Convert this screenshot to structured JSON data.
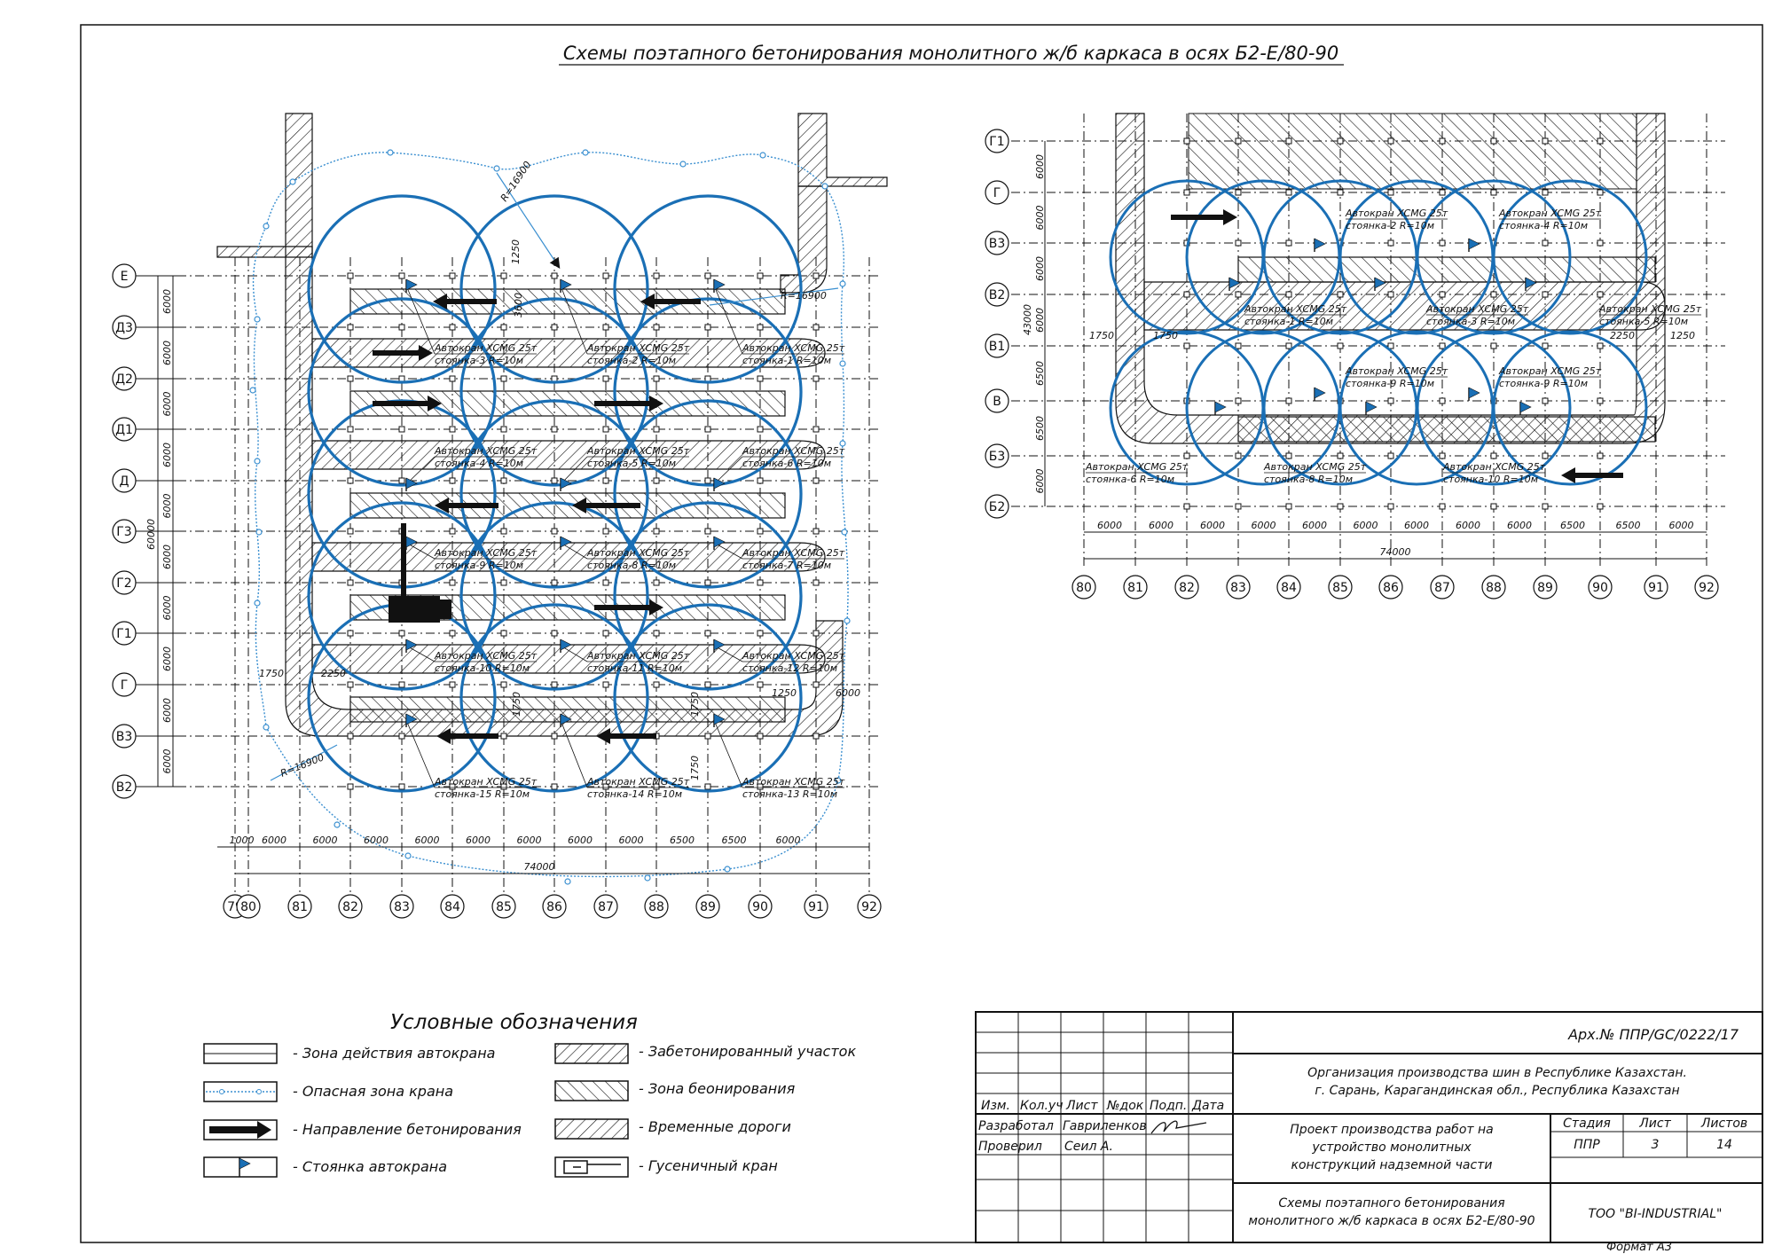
{
  "title": "Схемы поэтапного бетонирования монолитного ж/б каркаса в осях Б2-Е/80-90",
  "colors": {
    "crane_zone": "#1a6fb5",
    "danger_zone": "#3a8fd0",
    "line": "#111111"
  },
  "left_plan": {
    "row_axes": [
      "Е",
      "Д3",
      "Д2",
      "Д1",
      "Д",
      "Г3",
      "Г2",
      "Г1",
      "Г",
      "В3",
      "В2"
    ],
    "col_axes": [
      "79",
      "80",
      "81",
      "82",
      "83",
      "84",
      "85",
      "86",
      "87",
      "88",
      "89",
      "90",
      "91",
      "92"
    ],
    "row_dims": [
      "6000",
      "6000",
      "6000",
      "6000",
      "6000",
      "6000",
      "6000",
      "6000",
      "6000",
      "6000"
    ],
    "row_total": "60000",
    "col_dims": [
      "1000",
      "6000",
      "6000",
      "6000",
      "6000",
      "6000",
      "6000",
      "6000",
      "6000",
      "6500",
      "6500",
      "6000"
    ],
    "col_total": "74000",
    "radius_top": "R=16900",
    "radius_right": "R=16900",
    "radius_bottom": "R=16900",
    "misc_dims": [
      "1250",
      "3600",
      "1750",
      "1750",
      "2250",
      "1250",
      "6000",
      "1750",
      "1750"
    ],
    "stands": [
      {
        "crane": "Автокран XCMG 25т",
        "stand": "стоянка-3 R=10м"
      },
      {
        "crane": "Автокран XCMG 25т",
        "stand": "стоянка-2 R=10м"
      },
      {
        "crane": "Автокран XCMG 25т",
        "stand": "стоянка-1 R=10м"
      },
      {
        "crane": "Автокран XCMG 25т",
        "stand": "стоянка-4 R=10м"
      },
      {
        "crane": "Автокран XCMG 25т",
        "stand": "стоянка-5 R=10м"
      },
      {
        "crane": "Автокран XCMG 25т",
        "stand": "стоянка-6 R=10м"
      },
      {
        "crane": "Автокран XCMG 25т",
        "stand": "стоянка-9 R=10м"
      },
      {
        "crane": "Автокран XCMG 25т",
        "stand": "стоянка-8 R=10м"
      },
      {
        "crane": "Автокран XCMG 25т",
        "stand": "стоянка-7 R=10м"
      },
      {
        "crane": "Автокран XCMG 25т",
        "stand": "стоянка-10 R=10м"
      },
      {
        "crane": "Автокран XCMG 25т",
        "stand": "стоянка-11 R=10м"
      },
      {
        "crane": "Автокран XCMG 25т",
        "stand": "стоянка-12 R=10м"
      },
      {
        "crane": "Автокран XCMG 25т",
        "stand": "стоянка-15 R=10м"
      },
      {
        "crane": "Автокран XCMG 25т",
        "stand": "стоянка-14 R=10м"
      },
      {
        "crane": "Автокран XCMG 25т",
        "stand": "стоянка-13 R=10м"
      }
    ]
  },
  "right_plan": {
    "row_axes": [
      "Г1",
      "Г",
      "В3",
      "В2",
      "В1",
      "В",
      "Б3",
      "Б2"
    ],
    "col_axes": [
      "80",
      "81",
      "82",
      "83",
      "84",
      "85",
      "86",
      "87",
      "88",
      "89",
      "90",
      "91",
      "92"
    ],
    "row_dims": [
      "6000",
      "6000",
      "6000",
      "6000",
      "6500",
      "6500",
      "6000"
    ],
    "row_total": "43000",
    "col_dims": [
      "6000",
      "6000",
      "6000",
      "6000",
      "6000",
      "6000",
      "6000",
      "6000",
      "6000",
      "6500",
      "6500",
      "6000"
    ],
    "col_total": "74000",
    "misc_dims": [
      "1750",
      "1750",
      "2250",
      "1250"
    ],
    "stands": [
      {
        "crane": "Автокран XCMG 25т",
        "stand": "стоянка-2 R=10м"
      },
      {
        "crane": "Автокран XCMG 25т",
        "stand": "стоянка-4 R=10м"
      },
      {
        "crane": "Автокран XCMG 25т",
        "stand": "стоянка-1 R=10м"
      },
      {
        "crane": "Автокран XCMG 25т",
        "stand": "стоянка-3 R=10м"
      },
      {
        "crane": "Автокран XCMG 25т",
        "stand": "стоянка-5 R=10м"
      },
      {
        "crane": "Автокран XCMG 25т",
        "stand": "стоянка-9 R=10м"
      },
      {
        "crane": "Автокран XCMG 25т",
        "stand": "стоянка-9 R=10м"
      },
      {
        "crane": "Автокран XCMG 25т",
        "stand": "стоянка-6 R=10м"
      },
      {
        "crane": "Автокран XCMG 25т",
        "stand": "стоянка-8 R=10м"
      },
      {
        "crane": "Автокран XCMG 25т",
        "stand": "стоянка-10 R=10м"
      }
    ]
  },
  "legend": {
    "title": "Условные обозначения",
    "items": [
      "- Зона действия автокрана",
      "- Опасная зона крана",
      "- Направление бетонирования",
      "- Стоянка автокрана",
      "- Забетонированный участок",
      "- Зона беонирования",
      "- Временные дороги",
      "- Гусеничный кран"
    ]
  },
  "stamp": {
    "archive": "Арх.№ ППР/GC/0222/17",
    "organization_1": "Организация производства шин в Республике Казахстан.",
    "organization_2": "г. Сарань, Карагандинская обл., Республика Казахстан",
    "head": [
      "Изм.",
      "Кол.уч",
      "Лист",
      "№док",
      "Подп.",
      "Дата"
    ],
    "developed_label": "Разработал",
    "developed_name": "Гавриленков",
    "checked_label": "Проверил",
    "checked_name": "Сеил А.",
    "project_1": "Проект производства работ на",
    "project_2": "устройство монолитных",
    "project_3": "конструкций надземной части",
    "stage_label": "Стадия",
    "sheet_label": "Лист",
    "sheets_label": "Листов",
    "stage": "ППР",
    "sheet": "3",
    "sheets": "14",
    "drawing_1": "Схемы поэтапного бетонирования",
    "drawing_2": "монолитного ж/б каркаса в осях Б2-Е/80-90",
    "company": "ТОО \"BI-INDUSTRIAL\"",
    "format": "Формат А3"
  }
}
